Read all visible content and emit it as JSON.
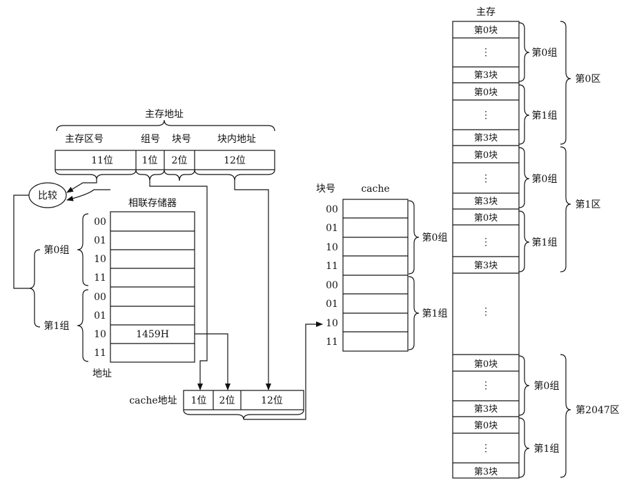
{
  "main_address": {
    "title": "主存地址",
    "field_labels": [
      "主存区号",
      "组号",
      "块号",
      "块内地址"
    ],
    "field_widths": [
      "11位",
      "1位",
      "2位",
      "12位"
    ]
  },
  "compare_label": "比较",
  "assoc_memory": {
    "title": "相联存储器",
    "addresses": [
      "00",
      "01",
      "10",
      "11",
      "00",
      "01",
      "10",
      "11"
    ],
    "entries": [
      "",
      "",
      "",
      "",
      "",
      "",
      "1459H",
      ""
    ],
    "groups": [
      "第0组",
      "第1组"
    ],
    "address_label": "地址"
  },
  "cache_address": {
    "label": "cache地址",
    "field_widths": [
      "1位",
      "2位",
      "12位"
    ]
  },
  "cache": {
    "title": "cache",
    "block_header": "块号",
    "block_numbers": [
      "00",
      "01",
      "10",
      "11",
      "00",
      "01",
      "10",
      "11"
    ],
    "groups": [
      "第0组",
      "第1组"
    ]
  },
  "main_memory": {
    "title": "主存",
    "block_first": "第0块",
    "block_last": "第3块",
    "ellipsis": "⋮",
    "group_labels": [
      "第0组",
      "第1组",
      "第0组",
      "第1组",
      "第0组",
      "第1组"
    ],
    "zone_labels": [
      "第0区",
      "第1区",
      "第2047区"
    ]
  }
}
